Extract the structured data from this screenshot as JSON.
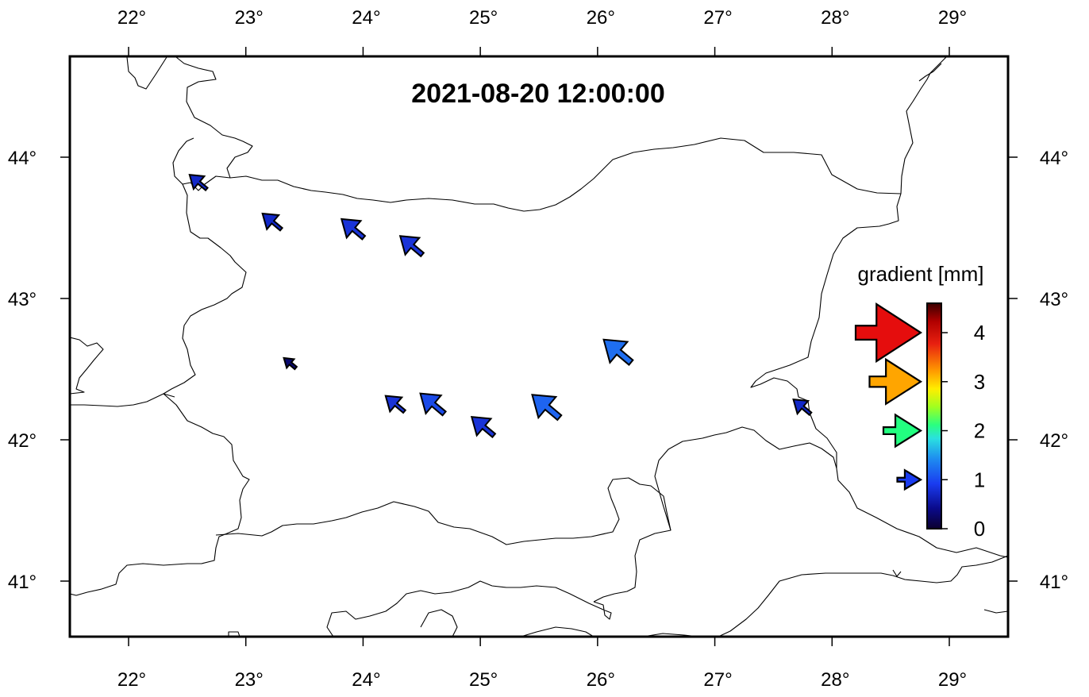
{
  "title": "2021-08-20 12:00:00",
  "axes": {
    "x_ticks": [
      "22°",
      "23°",
      "24°",
      "25°",
      "26°",
      "27°",
      "28°",
      "29°"
    ],
    "y_ticks": [
      "44°",
      "43°",
      "42°",
      "41°"
    ]
  },
  "colorbar": {
    "label": "gradient [mm]",
    "ticks": [
      "0",
      "1",
      "2",
      "3",
      "4"
    ],
    "range": [
      0,
      4.6
    ],
    "legend_arrows": [
      {
        "value": 4,
        "color": "#e50d0d"
      },
      {
        "value": 3,
        "color": "#ffa500"
      },
      {
        "value": 2,
        "color": "#22ff80"
      },
      {
        "value": 1,
        "color": "#1a3cf0"
      }
    ]
  },
  "stations": [
    {
      "id": "st-01",
      "lon": 22.6,
      "lat": 43.82,
      "mag": 0.5,
      "color": "#1228c8"
    },
    {
      "id": "st-02",
      "lon": 23.23,
      "lat": 43.54,
      "mag": 0.6,
      "color": "#1228c8"
    },
    {
      "id": "st-03",
      "lon": 23.92,
      "lat": 43.49,
      "mag": 0.8,
      "color": "#1a34d8"
    },
    {
      "id": "st-04",
      "lon": 24.42,
      "lat": 43.37,
      "mag": 0.8,
      "color": "#1a34d8"
    },
    {
      "id": "st-05",
      "lon": 23.38,
      "lat": 42.54,
      "mag": 0.2,
      "color": "#0a0a70"
    },
    {
      "id": "st-06",
      "lon": 24.28,
      "lat": 42.25,
      "mag": 0.6,
      "color": "#1a34d8"
    },
    {
      "id": "st-07",
      "lon": 24.6,
      "lat": 42.25,
      "mag": 0.9,
      "color": "#1a4ae8"
    },
    {
      "id": "st-08",
      "lon": 25.03,
      "lat": 42.09,
      "mag": 0.8,
      "color": "#1a34d8"
    },
    {
      "id": "st-09",
      "lon": 25.57,
      "lat": 42.23,
      "mag": 1.1,
      "color": "#1e64f0"
    },
    {
      "id": "st-10",
      "lon": 26.18,
      "lat": 42.62,
      "mag": 1.1,
      "color": "#1e6ef0"
    },
    {
      "id": "st-11",
      "lon": 27.75,
      "lat": 42.23,
      "mag": 0.5,
      "color": "#1228c8"
    }
  ]
}
